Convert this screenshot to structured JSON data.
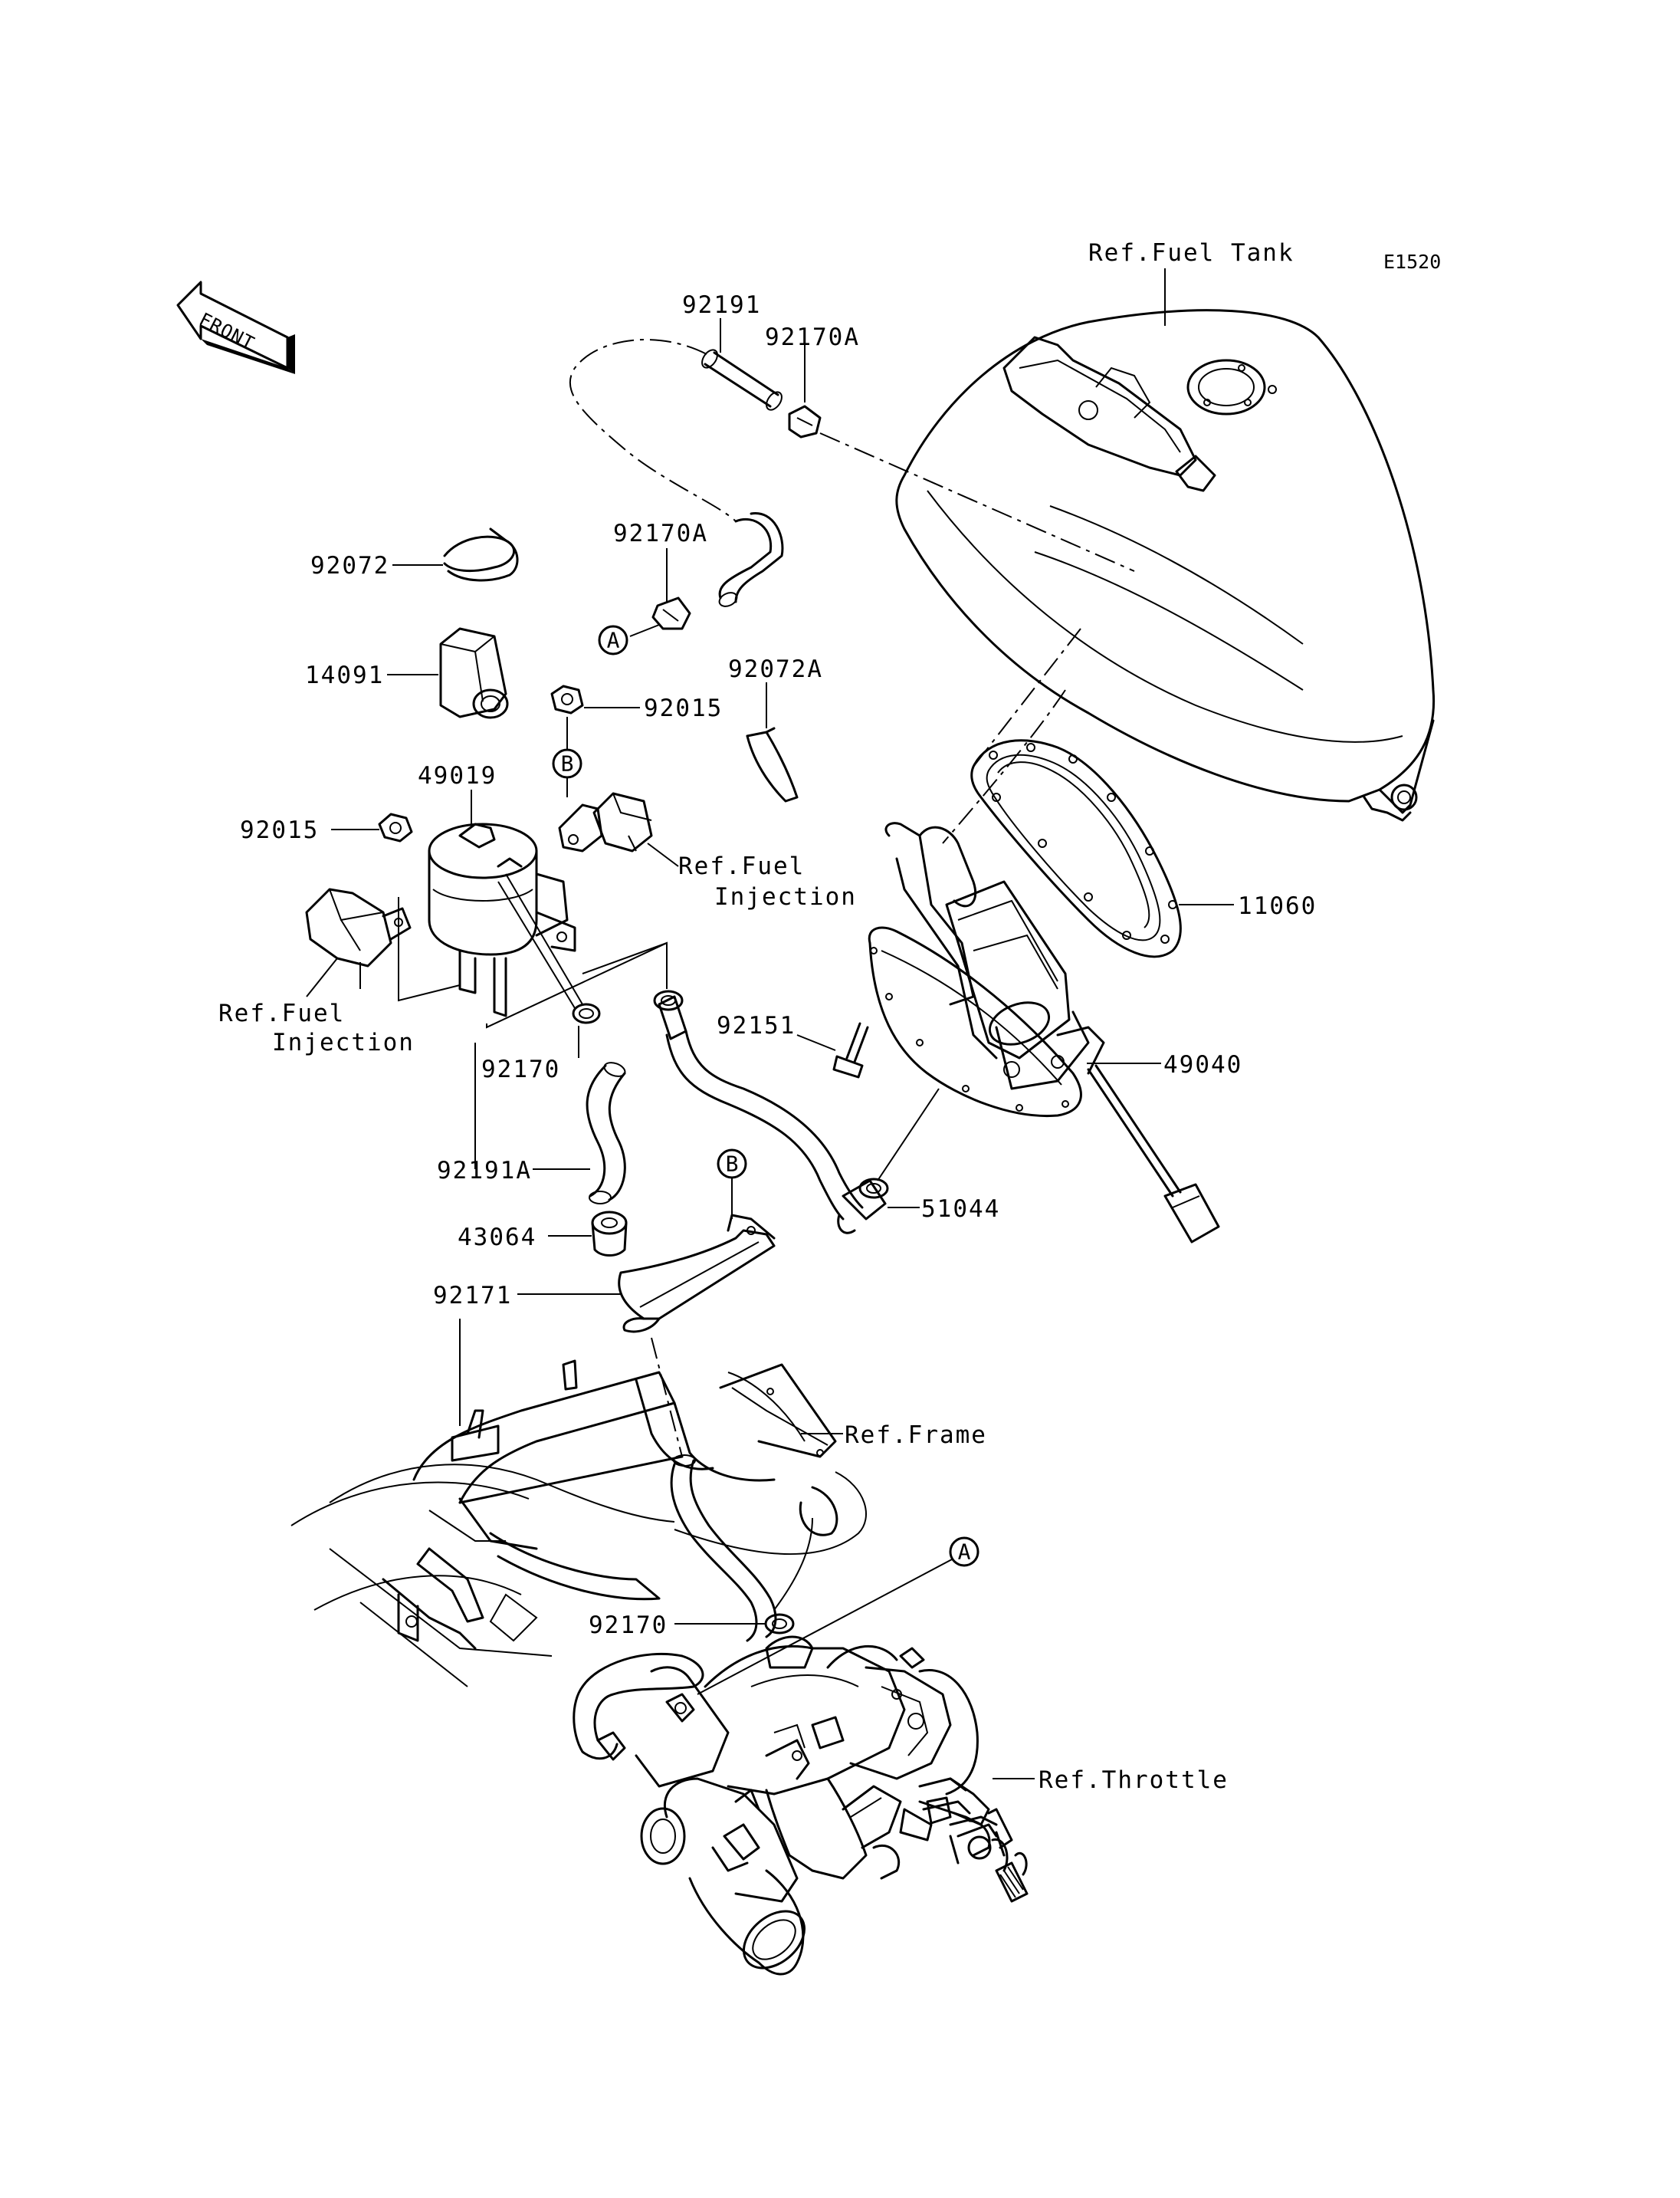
{
  "diagram_code": "E1520",
  "front_arrow_text": "FRONT",
  "callouts": [
    {
      "id": "92191",
      "text": "92191"
    },
    {
      "id": "92170A-top",
      "text": "92170A"
    },
    {
      "id": "92170A-mid",
      "text": "92170A"
    },
    {
      "id": "92072",
      "text": "92072"
    },
    {
      "id": "14091",
      "text": "14091"
    },
    {
      "id": "92015-top",
      "text": "92015"
    },
    {
      "id": "92072A",
      "text": "92072A"
    },
    {
      "id": "49019",
      "text": "49019"
    },
    {
      "id": "92015-left",
      "text": "92015"
    },
    {
      "id": "11060",
      "text": "11060"
    },
    {
      "id": "92151",
      "text": "92151"
    },
    {
      "id": "49040",
      "text": "49040"
    },
    {
      "id": "92170-mid",
      "text": "92170"
    },
    {
      "id": "92191A",
      "text": "92191A"
    },
    {
      "id": "51044",
      "text": "51044"
    },
    {
      "id": "43064",
      "text": "43064"
    },
    {
      "id": "92171",
      "text": "92171"
    },
    {
      "id": "92170-bot",
      "text": "92170"
    }
  ],
  "references": {
    "fuel_tank": "Ref.Fuel Tank",
    "fuel_injection_right_1": "Ref.Fuel",
    "fuel_injection_right_2": "Injection",
    "fuel_injection_left_1": "Ref.Fuel",
    "fuel_injection_left_2": "Injection",
    "frame": "Ref.Frame",
    "throttle": "Ref.Throttle"
  },
  "markers": {
    "A": "A",
    "B": "B"
  }
}
